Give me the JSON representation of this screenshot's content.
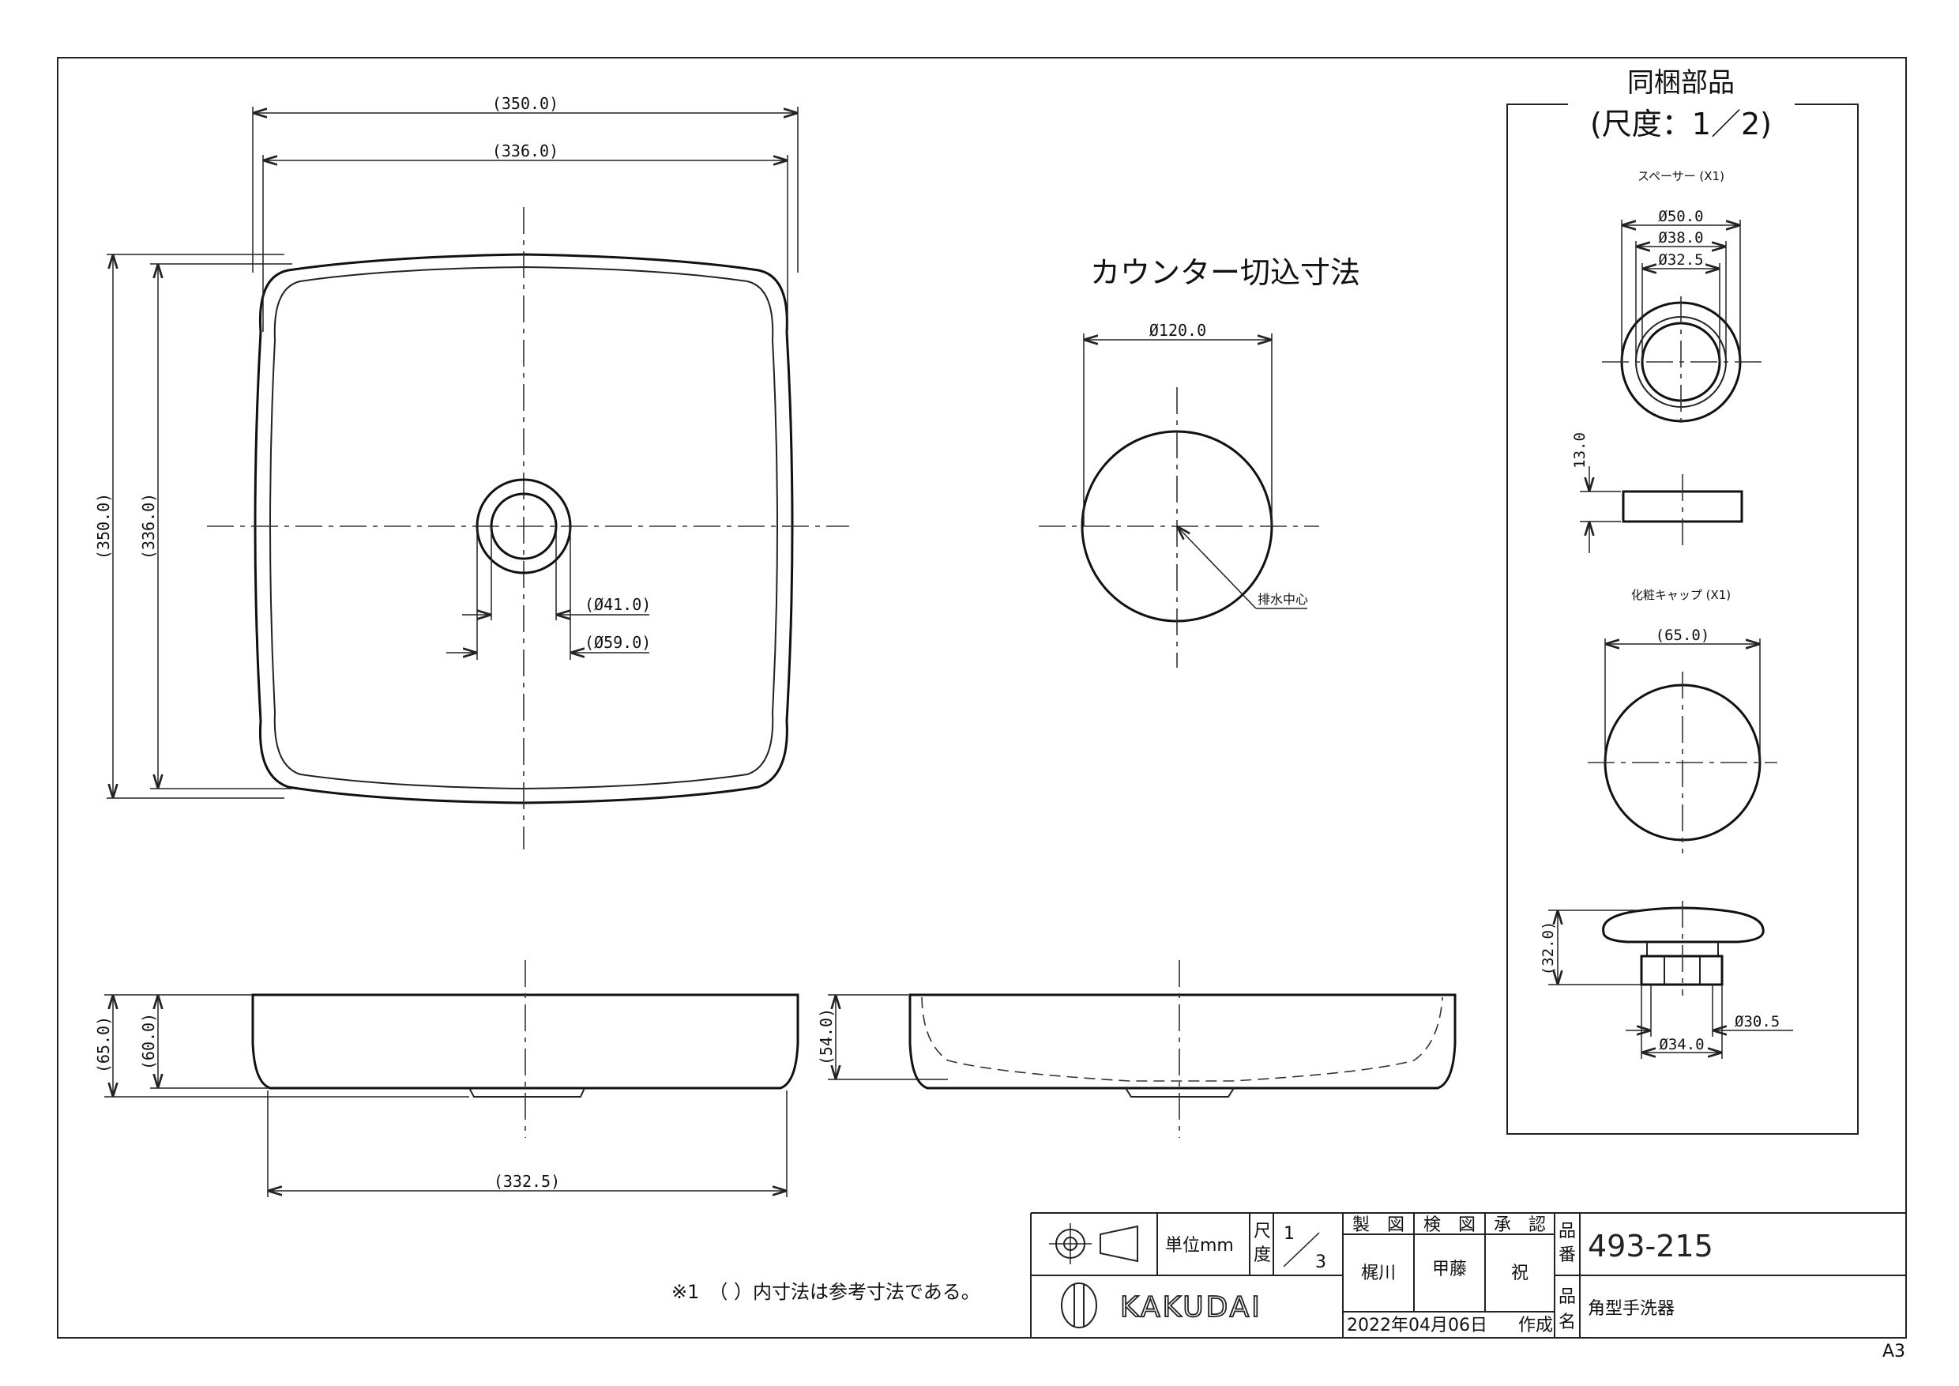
{
  "drawing": {
    "top_dims": {
      "outer_width": "(350.0)",
      "inner_width": "(336.0)"
    },
    "side_dims": {
      "outer_height": "(350.0)",
      "inner_height": "(336.0)"
    },
    "drain_dims": {
      "inner": "(Ø41.0)",
      "outer": "(Ø59.0)"
    },
    "cutout": {
      "title": "カウンター切込寸法",
      "diameter": "Ø120.0",
      "drain_center": "排水中心"
    },
    "bundled": {
      "title": "同梱部品",
      "scale": "(尺度：1／2)",
      "spacer_label": "スペーサー (X1)",
      "spacer_d1": "Ø50.0",
      "spacer_d2": "Ø38.0",
      "spacer_d3": "Ø32.5",
      "spacer_h": "13.0",
      "cap_label": "化粧キャップ (X1)",
      "cap_d": "(65.0)",
      "cap_h": "(32.0)",
      "cap_d2": "Ø30.5",
      "cap_d3": "Ø34.0"
    },
    "front_dims": {
      "total_height": "(65.0)",
      "body_height": "(60.0)",
      "base_width": "(332.5)"
    },
    "section_dims": {
      "depth": "(54.0)"
    },
    "note": "※1　（ ）内寸法は参考寸法である。"
  },
  "title_block": {
    "unit_label": "単位mm",
    "scale_label_1": "尺",
    "scale_label_2": "度",
    "scale_num": "1",
    "scale_den": "3",
    "made_label": "製　図",
    "check_label": "検　図",
    "approve_label": "承　認",
    "made_by": "梶川",
    "checked_by": "甲藤",
    "approved_by": "祝",
    "part_no_label_1": "品",
    "part_no_label_2": "番",
    "part_no": "493-215",
    "part_name_label_1": "品",
    "part_name_label_2": "名",
    "part_name": "角型手洗器",
    "date": "2022年04月06日",
    "created": "作成",
    "brand": "KAKUDAI",
    "sheet_size": "A3"
  }
}
